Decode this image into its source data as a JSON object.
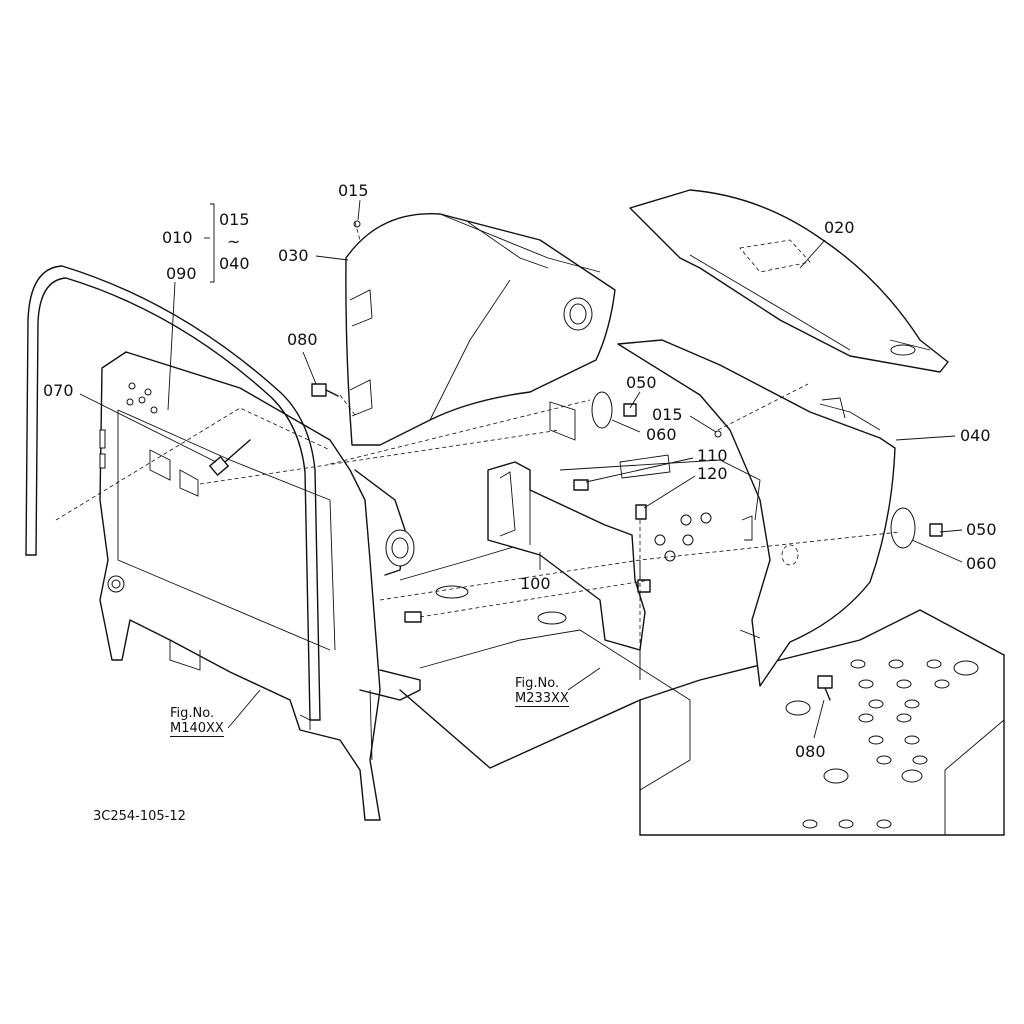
{
  "diagram": {
    "drawing_code": "3C254-105-12",
    "group": {
      "main": "010",
      "from": "015",
      "tilde": "~",
      "to": "040"
    },
    "parts": {
      "p015a": "015",
      "p020": "020",
      "p030": "030",
      "p080a": "080",
      "p090": "090",
      "p070": "070",
      "p050a": "050",
      "p015b": "015",
      "p060a": "060",
      "p040": "040",
      "p110": "110",
      "p120": "120",
      "p050b": "050",
      "p060b": "060",
      "p100": "100",
      "p080b": "080"
    },
    "references": {
      "ref1_label": "Fig.No.",
      "ref1_num": "M140XX",
      "ref2_label": "Fig.No.",
      "ref2_num": "M233XX"
    }
  }
}
